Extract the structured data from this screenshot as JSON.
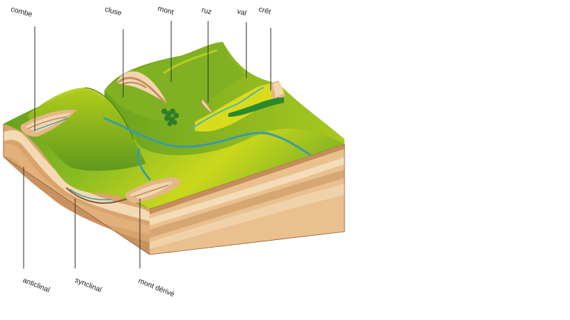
{
  "labels": {
    "combe": "combe",
    "cluse": "cluse",
    "mont": "mont",
    "ruz": "ruz",
    "val": "val",
    "cret": "crêt",
    "anticlinal": "anticlinal",
    "synclinal": "synclinal",
    "mont_derive": "mont dérivé"
  },
  "colors": {
    "grass_dark": "#4f8a1c",
    "grass_mid": "#7fb021",
    "grass_light": "#d2db1a",
    "river": "#3a9aa6",
    "forest": "#2e7d2a",
    "rock_light": "#f2d6b0",
    "rock_mid": "#e3b787",
    "rock_dark": "#c98f5a",
    "rock_shadow": "#b98a5d",
    "leader": "#3a3a3a"
  }
}
